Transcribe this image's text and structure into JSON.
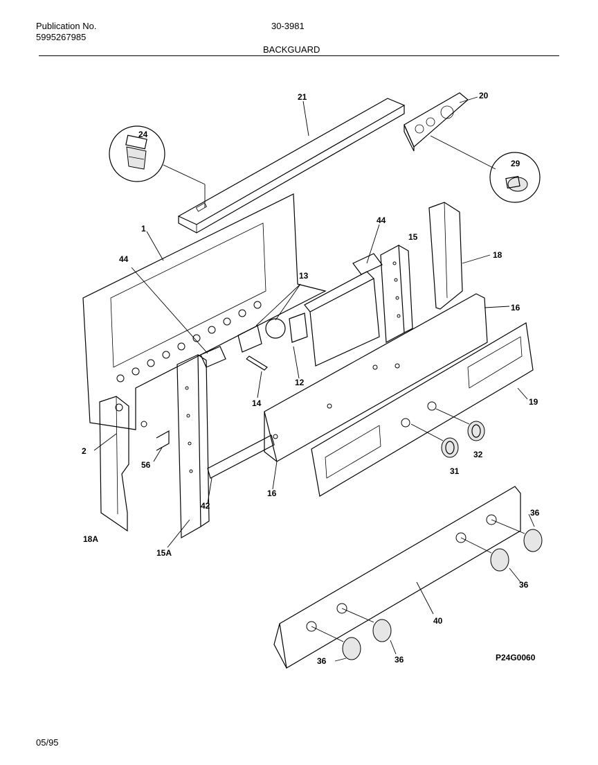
{
  "header": {
    "publication_label": "Publication No.",
    "publication_number": "5995267985",
    "model": "30-3981",
    "section_title": "BACKGUARD"
  },
  "callouts": {
    "c1": "1",
    "c2": "2",
    "c12": "12",
    "c13": "13",
    "c14": "14",
    "c15": "15",
    "c15a": "15A",
    "c16a": "16",
    "c16b": "16",
    "c18": "18",
    "c18a": "18A",
    "c19": "19",
    "c20": "20",
    "c21": "21",
    "c24": "24",
    "c29": "29",
    "c31": "31",
    "c32": "32",
    "c36a": "36",
    "c36b": "36",
    "c36c": "36",
    "c36d": "36",
    "c40": "40",
    "c42": "42",
    "c44a": "44",
    "c44b": "44",
    "c56": "56"
  },
  "drawing_code": "P24G0060",
  "footer": {
    "date": "05/95"
  }
}
